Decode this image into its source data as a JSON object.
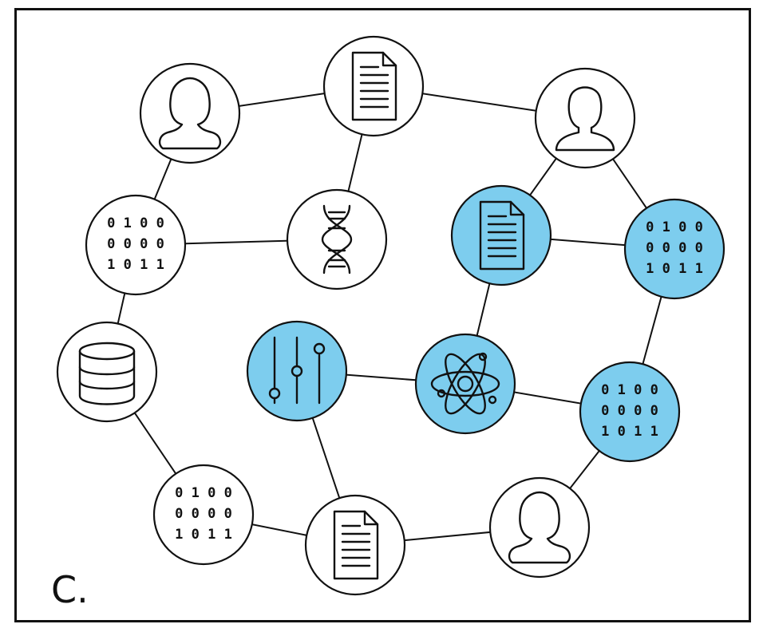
{
  "panel_label": "C.",
  "colors": {
    "highlight": "#7dcdee",
    "plain": "#ffffff",
    "stroke": "#111111"
  },
  "nodes": [
    {
      "id": "person-female-1",
      "icon": "person-female-icon",
      "highlight": false
    },
    {
      "id": "document-1",
      "icon": "document-icon",
      "highlight": false
    },
    {
      "id": "person-male-1",
      "icon": "person-male-icon",
      "highlight": false
    },
    {
      "id": "binary-1",
      "icon": "binary-icon",
      "highlight": false,
      "rows": [
        "0 1 0 0",
        "0 0 0 0",
        "1 0 1 1"
      ]
    },
    {
      "id": "dna-1",
      "icon": "dna-icon",
      "highlight": false
    },
    {
      "id": "document-2",
      "icon": "document-icon",
      "highlight": true
    },
    {
      "id": "binary-2",
      "icon": "binary-icon",
      "highlight": true,
      "rows": [
        "0 1 0 0",
        "0 0 0 0",
        "1 0 1 1"
      ]
    },
    {
      "id": "database-1",
      "icon": "database-icon",
      "highlight": false
    },
    {
      "id": "sliders-1",
      "icon": "sliders-icon",
      "highlight": true
    },
    {
      "id": "atom-1",
      "icon": "atom-icon",
      "highlight": true
    },
    {
      "id": "binary-3",
      "icon": "binary-icon",
      "highlight": true,
      "rows": [
        "0 1 0 0",
        "0 0 0 0",
        "1 0 1 1"
      ]
    },
    {
      "id": "binary-4",
      "icon": "binary-icon",
      "highlight": false,
      "rows": [
        "0 1 0 0",
        "0 0 0 0",
        "1 0 1 1"
      ]
    },
    {
      "id": "document-3",
      "icon": "document-icon",
      "highlight": false
    },
    {
      "id": "person-female-2",
      "icon": "person-female-icon",
      "highlight": false
    }
  ],
  "edges": [
    [
      "person-female-1",
      "document-1"
    ],
    [
      "document-1",
      "person-male-1"
    ],
    [
      "document-1",
      "dna-1"
    ],
    [
      "person-female-1",
      "binary-1"
    ],
    [
      "binary-1",
      "dna-1"
    ],
    [
      "person-male-1",
      "document-2"
    ],
    [
      "person-male-1",
      "binary-2"
    ],
    [
      "document-2",
      "binary-2"
    ],
    [
      "document-2",
      "atom-1"
    ],
    [
      "binary-1",
      "database-1"
    ],
    [
      "database-1",
      "binary-4"
    ],
    [
      "binary-4",
      "document-3"
    ],
    [
      "document-3",
      "sliders-1"
    ],
    [
      "sliders-1",
      "atom-1"
    ],
    [
      "atom-1",
      "binary-3"
    ],
    [
      "binary-2",
      "binary-3"
    ],
    [
      "binary-3",
      "person-female-2"
    ],
    [
      "document-3",
      "person-female-2"
    ]
  ]
}
